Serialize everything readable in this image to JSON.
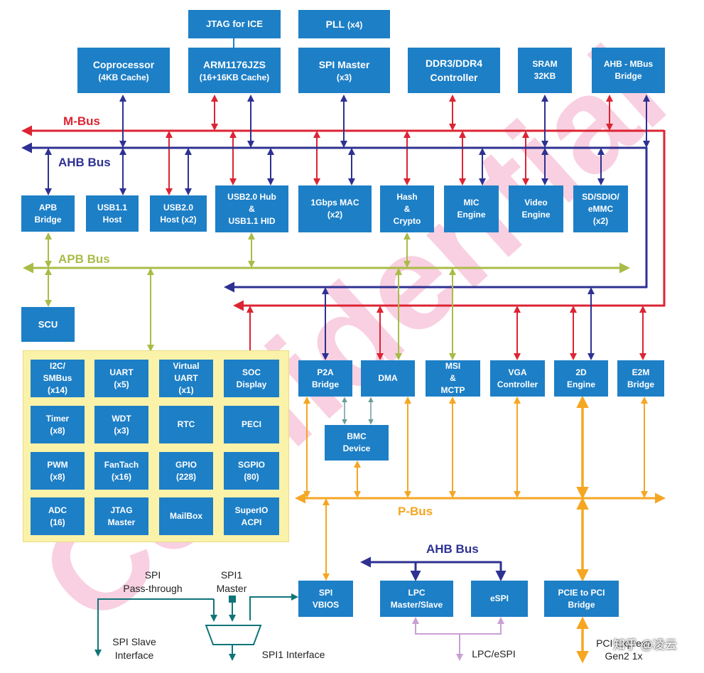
{
  "watermark": {
    "text": "Confidential",
    "color": "#f9c8dc"
  },
  "colors": {
    "block": "#1d7fc6",
    "m_bus": "#dc2433",
    "ahb_bus": "#2e3192",
    "apb_bus": "#a9bc47",
    "p_bus": "#f5a623",
    "spi_path": "#0f7579",
    "lpc_espi": "#c9a0d4",
    "bmc_link": "#6b9c9a",
    "peripheral_box": "#fbf2a9"
  },
  "buses": {
    "m_bus": "M-Bus",
    "ahb_bus": "AHB Bus",
    "apb_bus": "APB Bus",
    "p_bus": "P-Bus",
    "ahb_bus_2": "AHB Bus"
  },
  "top_blocks": {
    "jtag": "JTAG for ICE",
    "pll": "PLL",
    "pll_count": "(x4)",
    "coprocessor": "Coprocessor",
    "coprocessor_sub": "(4KB Cache)",
    "arm": "ARM1176JZS",
    "arm_sub": "(16+16KB Cache)",
    "spi_master": "SPI Master",
    "spi_master_sub": "(x3)",
    "ddr": "DDR3/DDR4\nController",
    "sram": "SRAM\n32KB",
    "ahb_mbus": "AHB - MBus\nBridge"
  },
  "mid_blocks": {
    "apb_bridge": "APB\nBridge",
    "usb11": "USB1.1\nHost",
    "usb20": "USB2.0\nHost (x2)",
    "usb_hub": "USB2.0 Hub\n&\nUSB1.1 HID",
    "mac": "1Gbps MAC\n(x2)",
    "hash": "Hash\n&\nCrypto",
    "mic": "MIC\nEngine",
    "video": "Video\nEngine",
    "sd": "SD/SDIO/\neMMC\n(x2)"
  },
  "scu": "SCU",
  "peripherals": [
    [
      "I2C/\nSMBus\n(x14)",
      "UART\n(x5)",
      "Virtual\nUART\n(x1)",
      "SOC\nDisplay"
    ],
    [
      "Timer\n(x8)",
      "WDT\n(x3)",
      "RTC",
      "PECI"
    ],
    [
      "PWM\n(x8)",
      "FanTach\n(x16)",
      "GPIO\n(228)",
      "SGPIO\n(80)"
    ],
    [
      "ADC\n(16)",
      "JTAG\nMaster",
      "MailBox",
      "SuperIO\nACPI"
    ]
  ],
  "lower_blocks": {
    "p2a": "P2A\nBridge",
    "dma": "DMA",
    "msi": "MSI\n&\nMCTP",
    "vga": "VGA\nController",
    "engine2d": "2D\nEngine",
    "e2m": "E2M\nBridge",
    "bmc": "BMC\nDevice"
  },
  "bottom_blocks": {
    "spi_vbios": "SPI\nVBIOS",
    "lpc": "LPC\nMaster/Slave",
    "espi": "eSPI",
    "pcie": "PCIE to PCI\nBridge"
  },
  "labels": {
    "spi_pass": "SPI\nPass-through",
    "spi1_master": "SPI1\nMaster",
    "spi_slave": "SPI Slave\nInterface",
    "spi1_iface": "SPI1 Interface",
    "lpc_espi": "LPC/eSPI",
    "pci_express": "PCI Express\nGen2 1x",
    "credit": "知乎 @凌云"
  }
}
